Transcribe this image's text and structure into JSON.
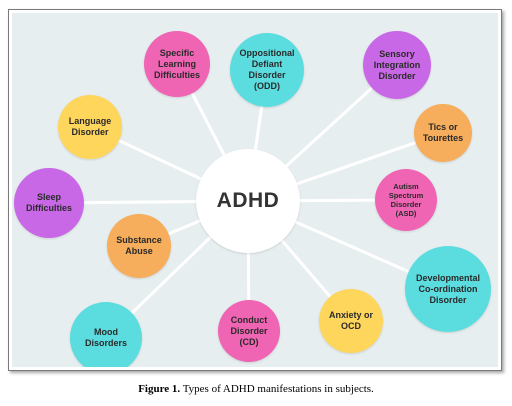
{
  "diagram": {
    "center": {
      "label": "ADHD",
      "color": "#ffffff"
    },
    "nodes": [
      {
        "id": "specific-learning-difficulties",
        "label": "Specific\nLearning\nDifficulties",
        "color": "#f064b4"
      },
      {
        "id": "oppositional-defiant-disorder",
        "label": "Oppositional\nDefiant Disorder\n(ODD)",
        "color": "#5bdde0"
      },
      {
        "id": "sensory-integration-disorder",
        "label": "Sensory\nIntegration\nDisorder",
        "color": "#c868e6"
      },
      {
        "id": "language-disorder",
        "label": "Language\nDisorder",
        "color": "#ffd65c"
      },
      {
        "id": "tics-or-tourettes",
        "label": "Tics or\nTourettes",
        "color": "#f6ad5c"
      },
      {
        "id": "autism-spectrum-disorder",
        "label": "Autism\nSpectrum\nDisorder\n(ASD)",
        "color": "#f064b4"
      },
      {
        "id": "sleep-difficulties",
        "label": "Sleep\nDifficulties",
        "color": "#c868e6"
      },
      {
        "id": "substance-abuse",
        "label": "Substance\nAbuse",
        "color": "#f6ad5c"
      },
      {
        "id": "developmental-coordination-disorder",
        "label": "Developmental\nCo-ordination\nDisorder",
        "color": "#5bdde0"
      },
      {
        "id": "mood-disorders",
        "label": "Mood\nDisorders",
        "color": "#5bdde0"
      },
      {
        "id": "conduct-disorder",
        "label": "Conduct\nDisorder\n(CD)",
        "color": "#f064b4"
      },
      {
        "id": "anxiety-or-ocd",
        "label": "Anxiety or\nOCD",
        "color": "#ffd65c"
      }
    ],
    "connector_color": "#ffffff",
    "background_color": "#e7eef0"
  },
  "caption": {
    "label": "Figure 1.",
    "text": " Types of ADHD manifestations in subjects."
  }
}
